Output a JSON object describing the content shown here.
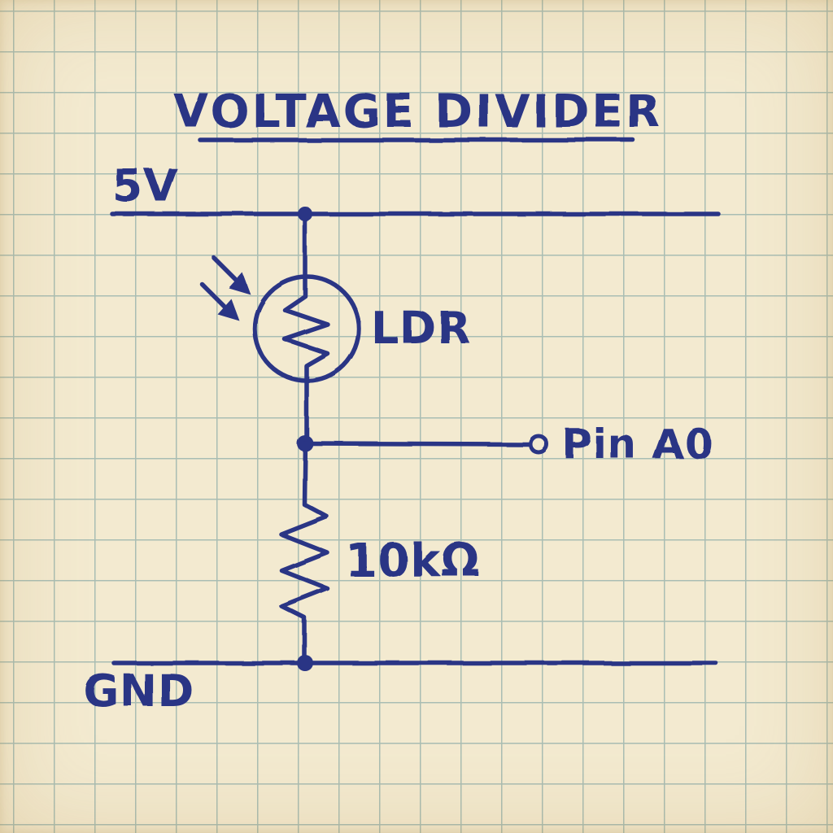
{
  "diagram": {
    "type": "hand-drawn circuit schematic on graph paper",
    "title": "VOLTAGE DIVIDER",
    "labels": {
      "supply_rail": "5V",
      "photoresistor": "LDR",
      "output_pin": "Pin A0",
      "resistor_value": "10kΩ",
      "ground_rail": "GND"
    },
    "connections": [
      "5V rail to LDR top",
      "LDR bottom to junction node",
      "junction node to Pin A0 terminal",
      "junction node through 10kΩ resistor to GND rail"
    ],
    "colors": {
      "ink": "#2b3585",
      "paper": "#f3ead0",
      "grid": "#a9bdb3"
    }
  }
}
